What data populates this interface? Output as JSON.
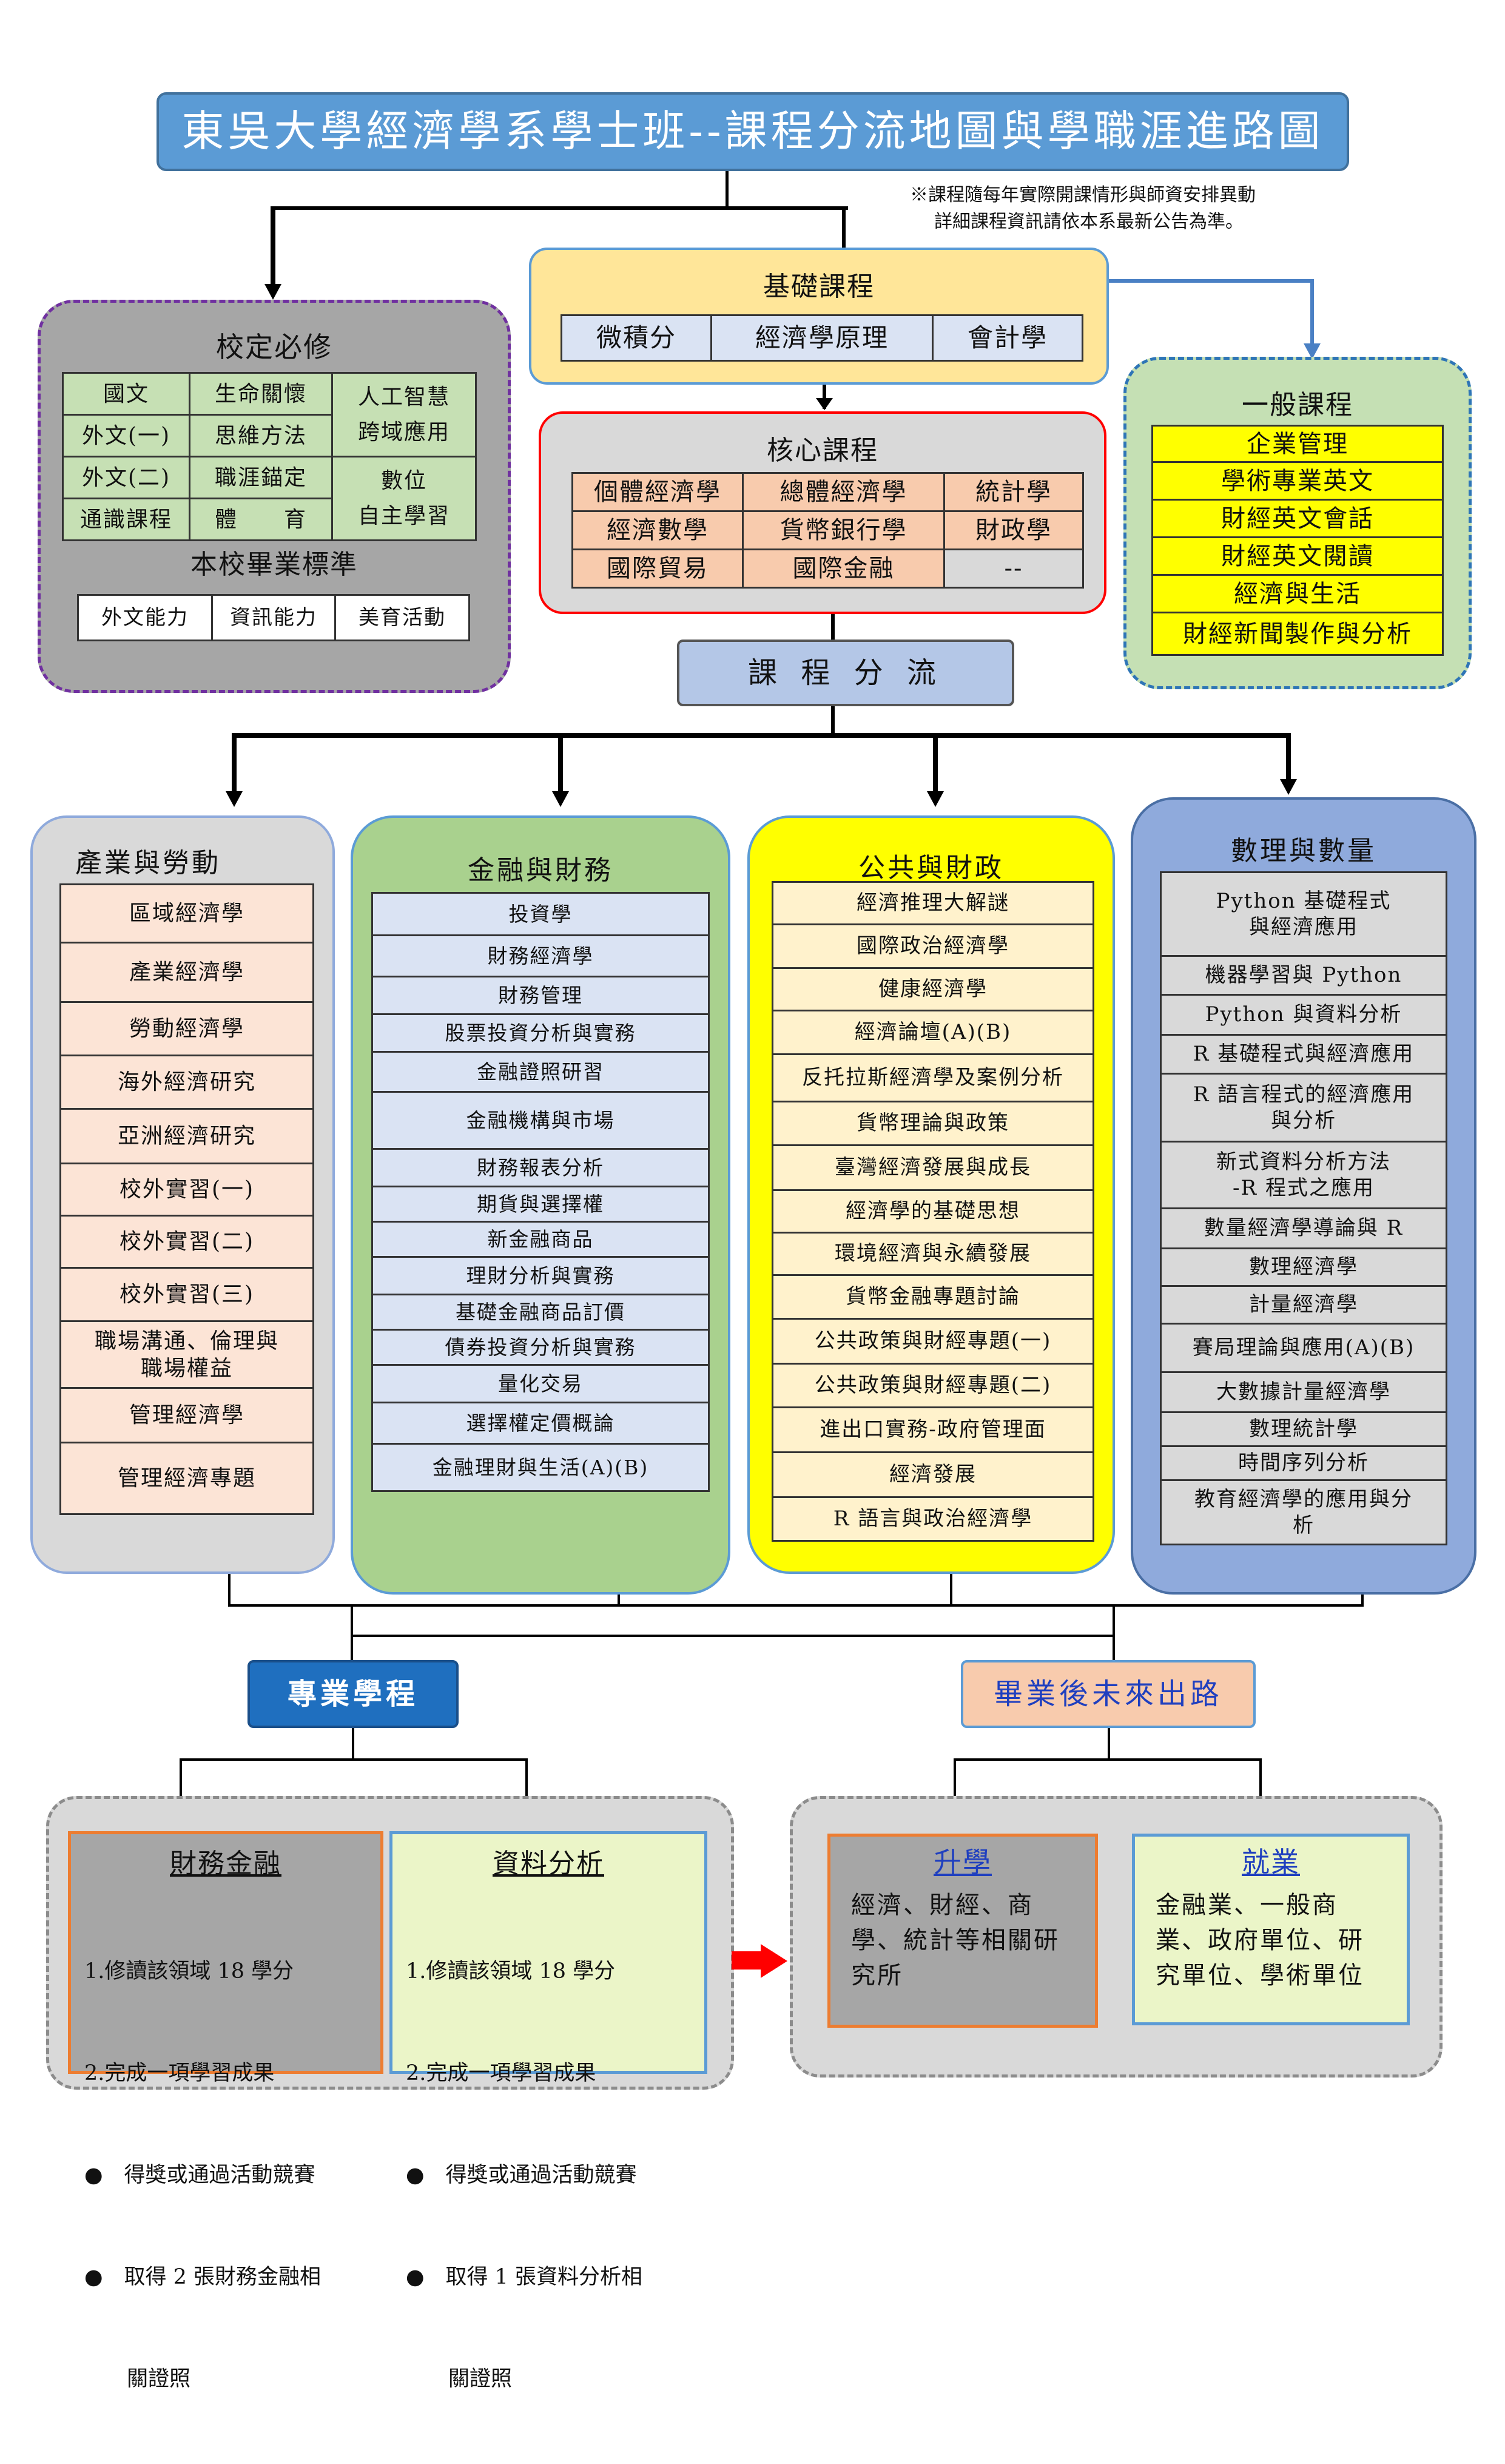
{
  "title": "東吳大學經濟學系學士班--課程分流地圖與學職涯進路圖",
  "note_line1": "※課程隨每年實際開課情形與師資安排異動",
  "note_line2": "詳細課程資訊請依本系最新公告為準。",
  "basic": {
    "title": "基礎課程",
    "items": [
      "微積分",
      "經濟學原理",
      "會計學"
    ]
  },
  "required": {
    "title": "校定必修",
    "grid": [
      [
        "國文",
        "生命關懷"
      ],
      [
        "外文(一)",
        "思維方法"
      ],
      [
        "外文(二)",
        "職涯錨定"
      ],
      [
        "通識課程",
        "體　　育"
      ]
    ],
    "ai": "人工智慧\n跨域應用",
    "digital": "數位\n自主學習",
    "grad_title": "本校畢業標準",
    "grad_items": [
      "外文能力",
      "資訊能力",
      "美育活動"
    ]
  },
  "core": {
    "title": "核心課程",
    "rows": [
      [
        "個體經濟學",
        "總體經濟學",
        "統計學"
      ],
      [
        "經濟數學",
        "貨幣銀行學",
        "財政學"
      ],
      [
        "國際貿易",
        "國際金融",
        "--"
      ]
    ]
  },
  "general": {
    "title": "一般課程",
    "items": [
      "企業管理",
      "學術專業英文",
      "財經英文會話",
      "財經英文閱讀",
      "經濟與生活",
      "財經新聞製作與分析"
    ]
  },
  "split_label": "課 程 分 流",
  "tracks": {
    "industry": {
      "title": "產業與勞動",
      "items": [
        "區域經濟學",
        "產業經濟學",
        "勞動經濟學",
        "海外經濟研究",
        "亞洲經濟研究",
        "校外實習(一)",
        "校外實習(二)",
        "校外實習(三)",
        "職場溝通、倫理與\n職場權益",
        "管理經濟學",
        "管理經濟專題"
      ]
    },
    "finance": {
      "title": "金融與財務",
      "items": [
        "投資學",
        "財務經濟學",
        "財務管理",
        "股票投資分析與實務",
        "金融證照研習",
        "金融機構與市場",
        "財務報表分析",
        "期貨與選擇權",
        "新金融商品",
        "理財分析與實務",
        "基礎金融商品訂價",
        "債券投資分析與實務",
        "量化交易",
        "選擇權定價概論",
        "金融理財與生活(A)(B)"
      ]
    },
    "public": {
      "title": "公共與財政",
      "items": [
        "經濟推理大解謎",
        "國際政治經濟學",
        "健康經濟學",
        "經濟論壇(A)(B)",
        "反托拉斯經濟學及案例分析",
        "貨幣理論與政策",
        "臺灣經濟發展與成長",
        "經濟學的基礎思想",
        "環境經濟與永續發展",
        "貨幣金融專題討論",
        "公共政策與財經專題(一)",
        "公共政策與財經專題(二)",
        "進出口實務-政府管理面",
        "經濟發展",
        "R 語言與政治經濟學"
      ]
    },
    "quant": {
      "title": "數理與數量",
      "items": [
        "Python 基礎程式\n與經濟應用",
        "機器學習與 Python",
        "Python 與資料分析",
        "R 基礎程式與經濟應用",
        "R 語言程式的經濟應用\n與分析",
        "新式資料分析方法\n-R 程式之應用",
        "數量經濟學導論與 R",
        "數理經濟學",
        "計量經濟學",
        "賽局理論與應用(A)(B)",
        "大數據計量經濟學",
        "數理統計學",
        "時間序列分析",
        "教育經濟學的應用與分\n析"
      ]
    }
  },
  "program_label": "專業學程",
  "career_label": "畢業後未來出路",
  "programs": {
    "finance": {
      "title": "財務金融",
      "lines": [
        "1.修讀該領域 18 學分",
        "2.完成一項學習成果",
        "●　得獎或通過活動競賽",
        "●　取得 2 張財務金融相",
        "　　關證照"
      ]
    },
    "data": {
      "title": "資料分析",
      "lines": [
        "1.修讀該領域 18 學分",
        "2.完成一項學習成果",
        "●　得獎或通過活動競賽",
        "●　取得 1 張資料分析相",
        "　　關證照"
      ]
    }
  },
  "careers": {
    "study": {
      "title": "升學",
      "text": "經濟、財經、商\n學、統計等相關研\n究所"
    },
    "job": {
      "title": "就業",
      "text": "金融業、一般商\n業、政府單位、研\n究單位、學術單位"
    }
  },
  "colors": {
    "title_bg": "#5b9bd5",
    "basic_bg": "#ffe699",
    "required_bg": "#a6a6a6",
    "required_cell": "#c6e0b4",
    "core_bg": "#d9d9d9",
    "core_cell": "#f8cbad",
    "general_bg": "#c5e0b4",
    "general_cell": "#ffff00",
    "industry_cell": "#fce4d6",
    "finance_bg": "#a9d18e",
    "finance_cell": "#dae3f3",
    "public_bg": "#ffff00",
    "public_cell": "#fff2cc",
    "quant_bg": "#8faadc",
    "quant_cell": "#d9d9d9",
    "program_label_bg": "#1f6fbf",
    "career_label_bg": "#f8cbad",
    "arrow_red": "#ff0000"
  }
}
